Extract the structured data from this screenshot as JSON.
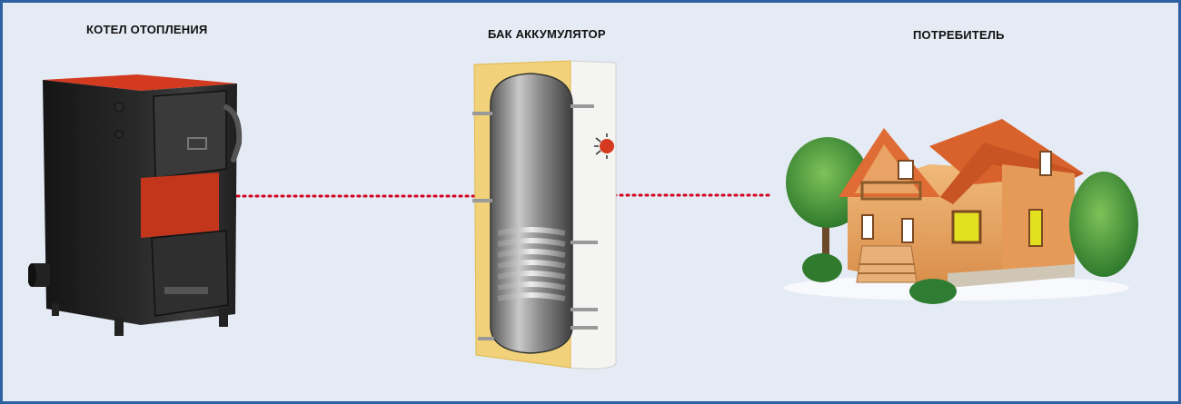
{
  "diagram": {
    "nodes": [
      {
        "id": "boiler",
        "label": "КОТЕЛ ОТОПЛЕНИЯ",
        "icon": "heating-boiler-icon"
      },
      {
        "id": "tank",
        "label": "БАК АККУМУЛЯТОР",
        "icon": "accumulator-tank-icon"
      },
      {
        "id": "house",
        "label": "ПОТРЕБИТЕЛЬ",
        "icon": "house-icon"
      }
    ],
    "edges": [
      {
        "from": "boiler",
        "to": "tank",
        "style": "dotted"
      },
      {
        "from": "tank",
        "to": "house",
        "style": "dotted"
      }
    ]
  },
  "colors": {
    "background": "#e5ebf5",
    "frame": "#2f5fa3",
    "connector": "#d3001e",
    "boiler_accent": "#d33a1f"
  }
}
